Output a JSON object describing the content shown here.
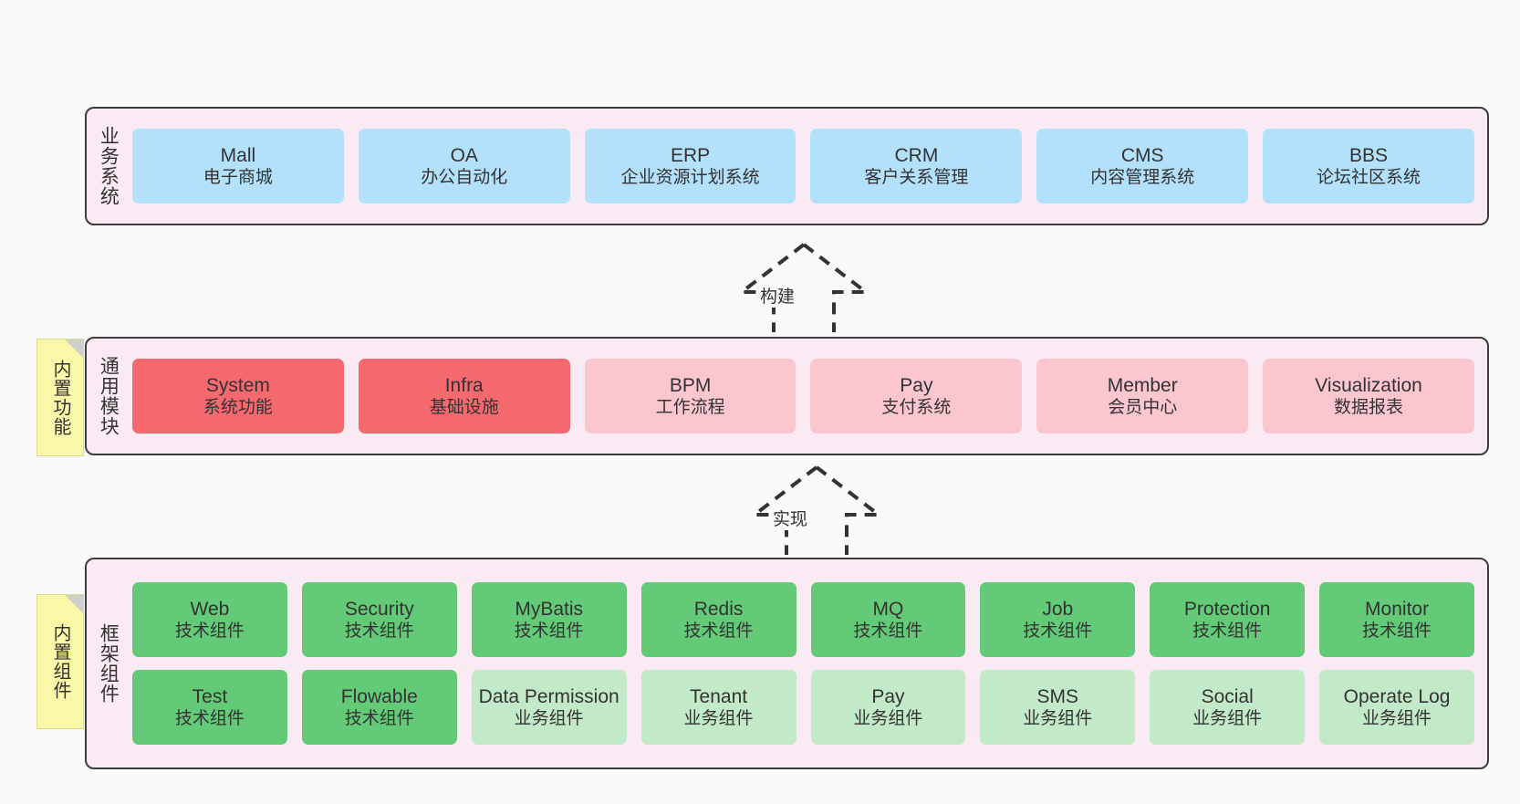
{
  "diagram": {
    "background": "#fafafa",
    "panel_bg": "#f9eaf4",
    "panel_border": "#3d3d3d",
    "colors": {
      "business": "#b3e0fb",
      "module_core": "#f5696f",
      "module_other": "#fbc6ce",
      "framework_tech": "#63ca77",
      "framework_biz": "#c2e9c8",
      "sticky": "#fbf7a8"
    }
  },
  "layers": {
    "business": {
      "title": "业务系统",
      "nodes": [
        {
          "en": "Mall",
          "cn": "电子商城"
        },
        {
          "en": "OA",
          "cn": "办公自动化"
        },
        {
          "en": "ERP",
          "cn": "企业资源计划系统"
        },
        {
          "en": "CRM",
          "cn": "客户关系管理"
        },
        {
          "en": "CMS",
          "cn": "内容管理系统"
        },
        {
          "en": "BBS",
          "cn": "论坛社区系统"
        }
      ]
    },
    "module": {
      "title": "通用模块",
      "sticky": "内置功能",
      "nodes": [
        {
          "en": "System",
          "cn": "系统功能",
          "tone": "red"
        },
        {
          "en": "Infra",
          "cn": "基础设施",
          "tone": "red"
        },
        {
          "en": "BPM",
          "cn": "工作流程",
          "tone": "pink"
        },
        {
          "en": "Pay",
          "cn": "支付系统",
          "tone": "pink"
        },
        {
          "en": "Member",
          "cn": "会员中心",
          "tone": "pink"
        },
        {
          "en": "Visualization",
          "cn": "数据报表",
          "tone": "pink"
        }
      ]
    },
    "framework": {
      "title": "框架组件",
      "sticky": "内置组件",
      "row1": [
        {
          "en": "Web",
          "cn": "技术组件",
          "tone": "green"
        },
        {
          "en": "Security",
          "cn": "技术组件",
          "tone": "green"
        },
        {
          "en": "MyBatis",
          "cn": "技术组件",
          "tone": "green"
        },
        {
          "en": "Redis",
          "cn": "技术组件",
          "tone": "green"
        },
        {
          "en": "MQ",
          "cn": "技术组件",
          "tone": "green"
        },
        {
          "en": "Job",
          "cn": "技术组件",
          "tone": "green"
        },
        {
          "en": "Protection",
          "cn": "技术组件",
          "tone": "green"
        },
        {
          "en": "Monitor",
          "cn": "技术组件",
          "tone": "green"
        }
      ],
      "row2": [
        {
          "en": "Test",
          "cn": "技术组件",
          "tone": "green"
        },
        {
          "en": "Flowable",
          "cn": "技术组件",
          "tone": "green"
        },
        {
          "en": "Data Permission",
          "cn": "业务组件",
          "tone": "lgreen"
        },
        {
          "en": "Tenant",
          "cn": "业务组件",
          "tone": "lgreen"
        },
        {
          "en": "Pay",
          "cn": "业务组件",
          "tone": "lgreen"
        },
        {
          "en": "SMS",
          "cn": "业务组件",
          "tone": "lgreen"
        },
        {
          "en": "Social",
          "cn": "业务组件",
          "tone": "lgreen"
        },
        {
          "en": "Operate Log",
          "cn": "业务组件",
          "tone": "lgreen"
        }
      ]
    }
  },
  "connectors": [
    {
      "label": "构建"
    },
    {
      "label": "实现"
    }
  ]
}
